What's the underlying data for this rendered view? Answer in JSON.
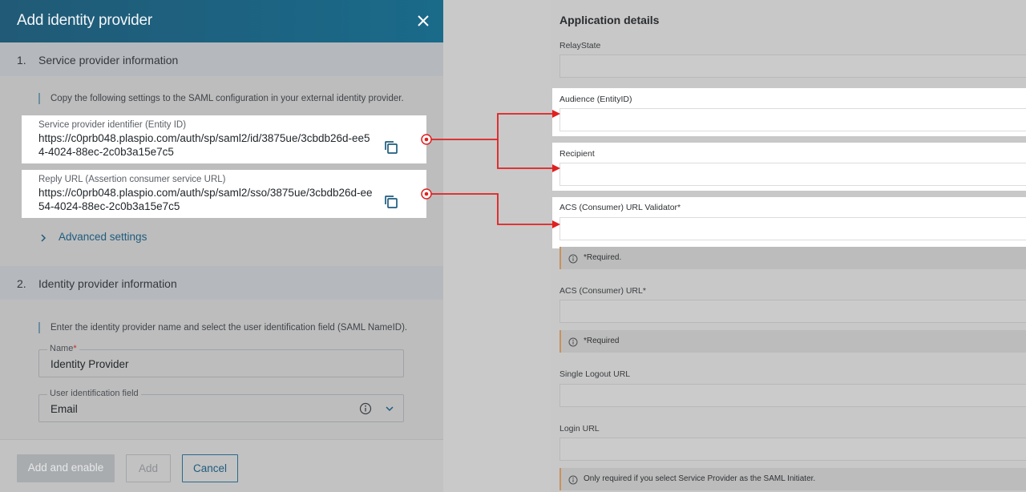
{
  "dialog": {
    "title": "Add identity provider",
    "section1": {
      "number": "1.",
      "title": "Service provider information",
      "hint": "Copy the following settings to the SAML configuration in your external identity provider.",
      "entity_id_label": "Service provider identifier (Entity ID)",
      "entity_id_value": "https://c0prb048.plaspio.com/auth/sp/saml2/id/3875ue/3cbdb26d-ee54-4024-88ec-2c0b3a15e7c5",
      "reply_url_label": "Reply URL (Assertion consumer service URL)",
      "reply_url_value": "https://c0prb048.plaspio.com/auth/sp/saml2/sso/3875ue/3cbdb26d-ee54-4024-88ec-2c0b3a15e7c5",
      "advanced_settings": "Advanced settings"
    },
    "section2": {
      "number": "2.",
      "title": "Identity provider information",
      "hint": "Enter the identity provider name and select the user identification field (SAML NameID).",
      "name_label": "Name",
      "name_required_mark": "*",
      "name_value": "Identity Provider",
      "uid_label": "User identification field",
      "uid_value": "Email"
    },
    "buttons": {
      "add_and_enable": "Add and enable",
      "add": "Add",
      "cancel": "Cancel"
    }
  },
  "app_details": {
    "title": "Application details",
    "relay_state_label": "RelayState",
    "audience_label": "Audience (EntityID)",
    "recipient_label": "Recipient",
    "acs_validator_label": "ACS (Consumer) URL Validator*",
    "acs_validator_note": "*Required.",
    "acs_url_label": "ACS (Consumer) URL*",
    "acs_url_note": "*Required",
    "single_logout_label": "Single Logout URL",
    "login_url_label": "Login URL",
    "login_url_note": "Only required if you select Service Provider as the SAML Initiater."
  },
  "colors": {
    "header": "#1a6a8a",
    "arrow": "#e02020",
    "link": "#1e5c7e",
    "note_accent": "#c9925a"
  },
  "icons": {
    "close": "close-icon",
    "copy": "copy-icon",
    "chevron_right": "chevron-right-icon",
    "chevron_down": "chevron-down-icon",
    "info": "info-icon"
  }
}
